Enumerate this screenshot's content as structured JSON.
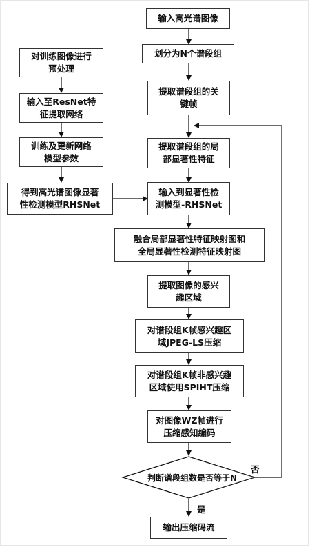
{
  "steps": {
    "input_image": "输入高光谱图像",
    "divide_groups": "划分为N个谱段组",
    "extract_keyframe": "提取谱段组的关\n键帧",
    "extract_local": "提取谱段组的局\n部显著性特征",
    "input_model": "输入到显著性检\n测模型-RHSNet",
    "fuse_maps": "融合局部显著性特征映射图和\n全局显著性检测特征映射图",
    "extract_roi": "提取图像的感兴\n趣区域",
    "roi_compress": "对谱段组K帧感兴趣区\n域JPEG-LS压缩",
    "nonroi_compress": "对谱段组K帧非感兴趣\n区域使用SPIHT压缩",
    "wz_compress": "对图像WZ帧进行\n压缩感知编码",
    "decision": "判断谱段组数是否等于N",
    "output": "输出压缩码流"
  },
  "training": {
    "preprocess": "对训练图像进行\n预处理",
    "input_resnet": "输入至ResNet特\n征提取网络",
    "train_update": "训练及更新网络\n模型参数",
    "get_model": "得到高光谱图像显著\n性检测模型RHSNet"
  },
  "branch_labels": {
    "no": "否",
    "yes": "是"
  }
}
